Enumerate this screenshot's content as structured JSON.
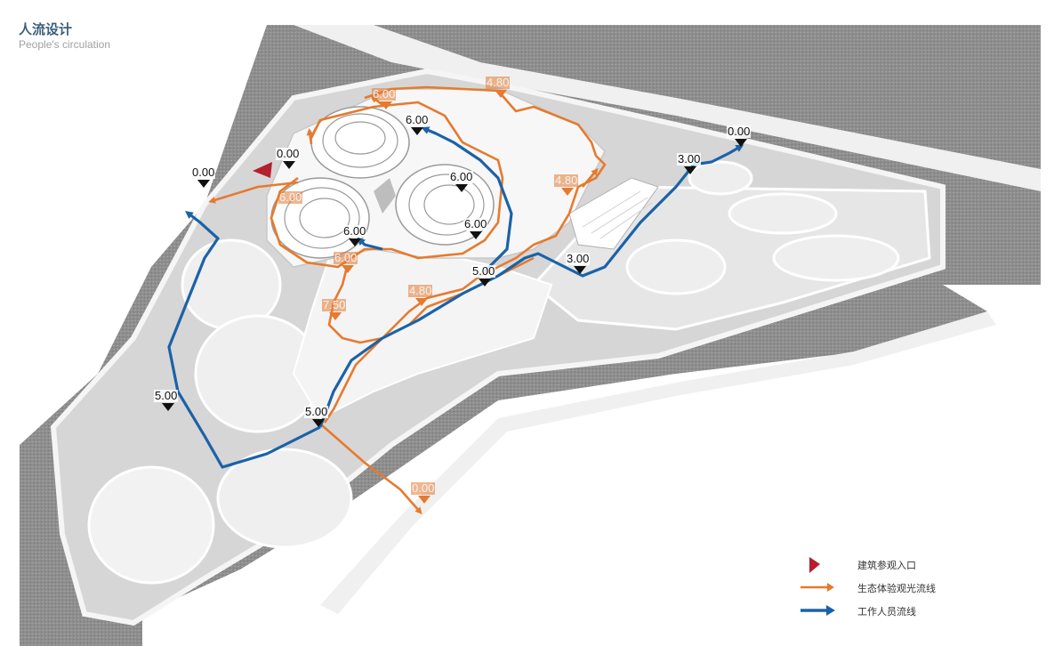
{
  "title": {
    "zh": "人流设计",
    "en": "People's circulation"
  },
  "colors": {
    "tourist_route": "#e67a2e",
    "staff_route": "#1b62a8",
    "entrance": "#b5202e",
    "road": "#8c8c8c",
    "ground": "#d9d9d9",
    "plaza": "#f4f4f4"
  },
  "elevations": {
    "e00_nw": "0.00",
    "e00_entry": "0.00",
    "e600_a": "6.00",
    "e480_top": "4.80",
    "e600_center": "6.00",
    "e600_mid": "6.00",
    "e600_right": "6.00",
    "e600_left": "6.00",
    "e600_west": "6.00",
    "e480_east": "4.80",
    "e00_ne": "0.00",
    "e300_east": "3.00",
    "e600_south": "6.00",
    "e500_center": "5.00",
    "e300_south": "3.00",
    "e480_south": "4.80",
    "e750": "7.50",
    "e500_west": "5.00",
    "e500_sw": "5.00",
    "e00_south": "0.00"
  },
  "legend": {
    "entrance": "建筑参观入口",
    "tourist": "生态体验观光流线",
    "staff": "工作人员流线"
  }
}
